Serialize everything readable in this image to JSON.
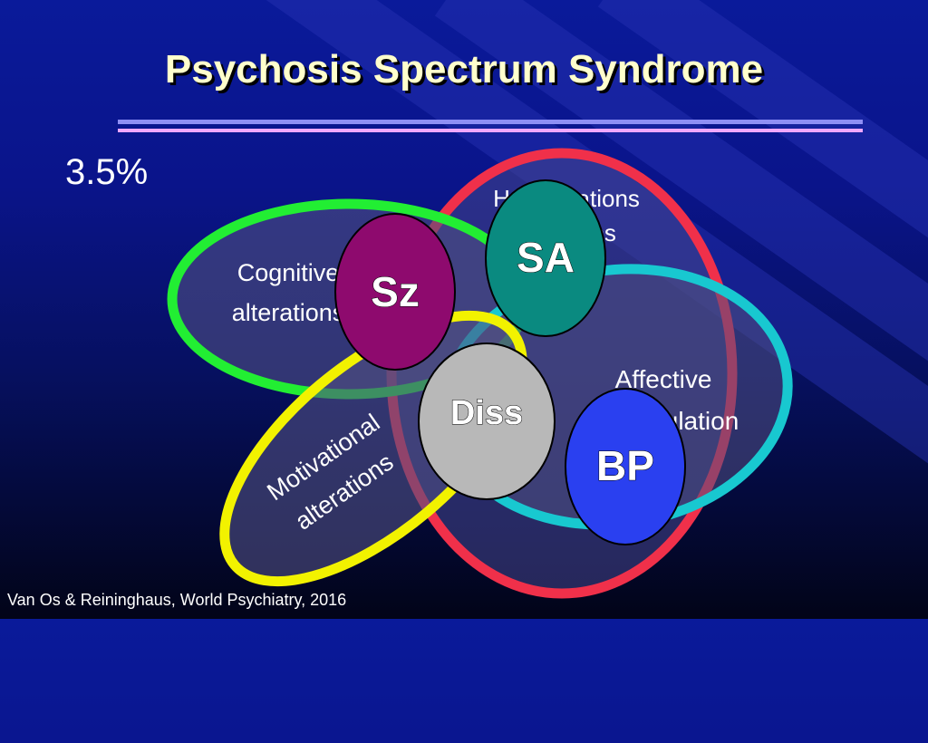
{
  "title": "Psychosis Spectrum Syndrome",
  "prevalence": "3.5%",
  "domains": {
    "hallucinations_line1": "Hallucinations",
    "hallucinations_line2": "delusions",
    "cognitive_line1": "Cognitive",
    "cognitive_line2": "alterations",
    "affective_line1": "Affective",
    "affective_line2": "dysregulation",
    "motivational_line1": "Motivational",
    "motivational_line2": "alterations"
  },
  "disorders": {
    "sz": "Sz",
    "sa": "SA",
    "diss": "Diss",
    "bp": "BP"
  },
  "colors": {
    "hallucinations_ring": "#f0304a",
    "cognitive_ring": "#22ee33",
    "affective_ring": "#18c8d0",
    "motivational_ring": "#f2f200",
    "sz_fill": "#8e0a6e",
    "sa_fill": "#0a8a80",
    "diss_fill": "#b8b8b8",
    "bp_fill": "#2a40f0"
  },
  "citation": "Van Os & Reininghaus, World Psychiatry, 2016"
}
